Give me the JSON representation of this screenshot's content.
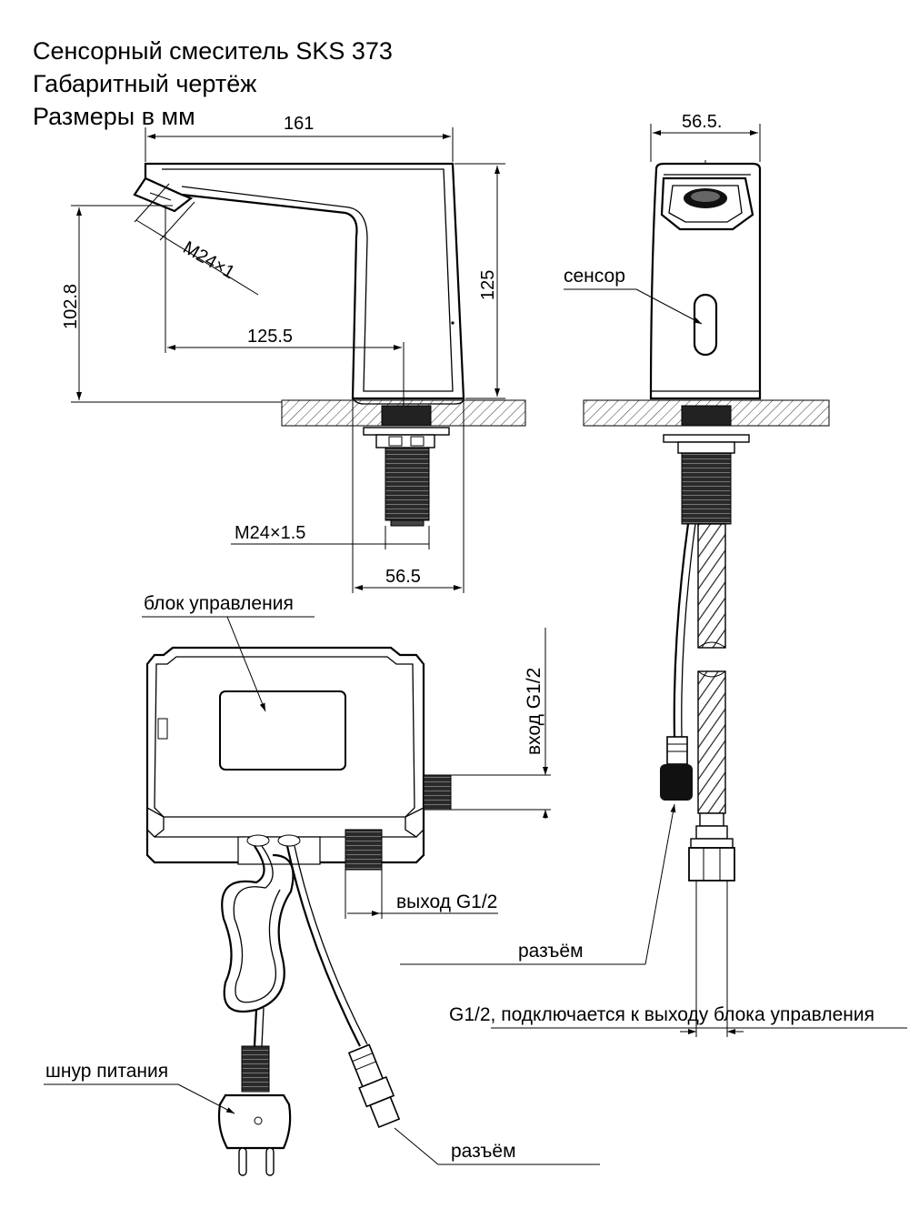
{
  "title": {
    "line1": "Сенсорный смеситель SKS 373",
    "line2": "Габаритный чертёж",
    "line3": "Размеры в мм"
  },
  "dimensions": {
    "width_top": "161",
    "height_right": "125",
    "height_left": "102.8",
    "reach": "125.5",
    "aerator_thread": "M24×1",
    "mount_thread": "M24×1.5",
    "base_width": "56.5",
    "side_width": "56.5."
  },
  "labels": {
    "sensor": "сенсор",
    "control_unit": "блок управления",
    "inlet": "вход G1/2",
    "outlet": "выход G1/2",
    "connector_upper": "разъём",
    "hose_note": "G1/2, подключается к выходу блока управления",
    "power_cord": "шнур питания",
    "connector_lower": "разъём"
  }
}
